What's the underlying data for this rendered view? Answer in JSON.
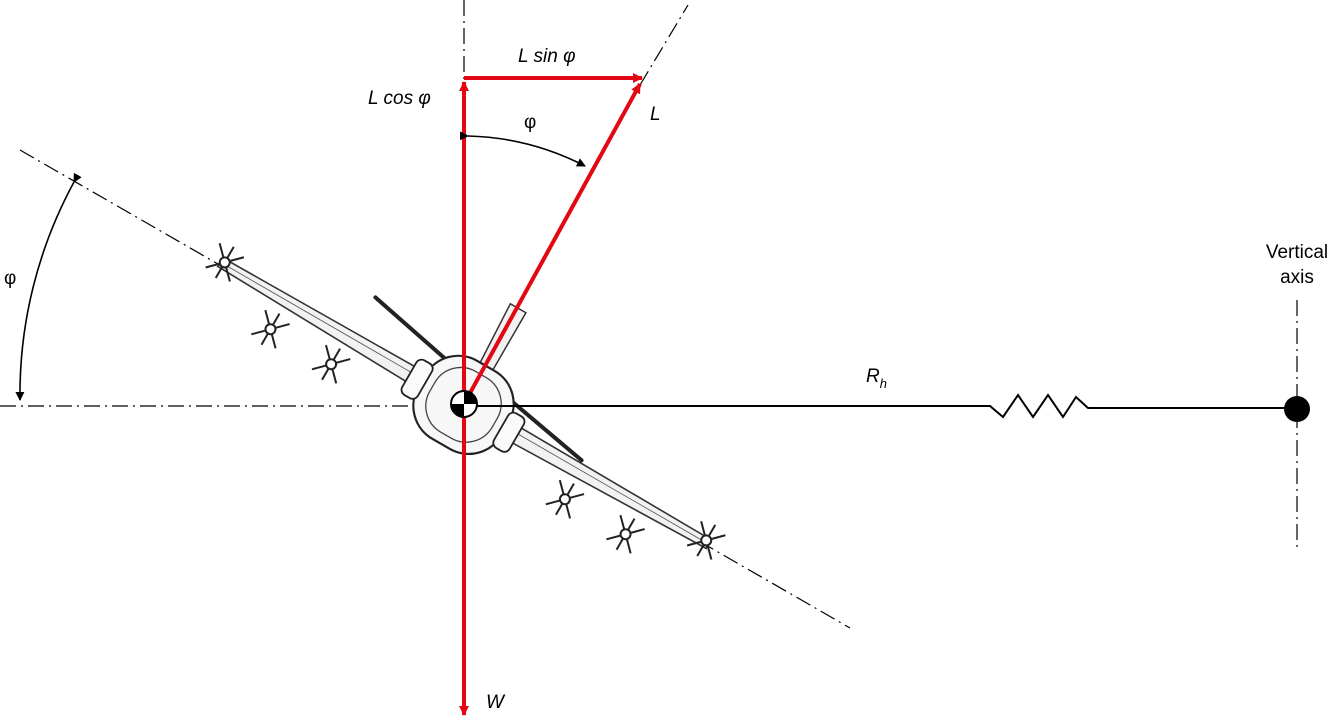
{
  "labels": {
    "l_sin": "L sin φ",
    "l_cos": "L cos φ",
    "lift": "L",
    "phi_top": "φ",
    "phi_left": "φ",
    "weight": "W",
    "radius_main": "R",
    "radius_sub": "h",
    "axis_line1": "Vertical",
    "axis_line2": "axis"
  },
  "colors": {
    "vector": "#e30613",
    "line": "#000000",
    "background": "#ffffff"
  },
  "quantities": {
    "bank_angle_deg": 30
  }
}
